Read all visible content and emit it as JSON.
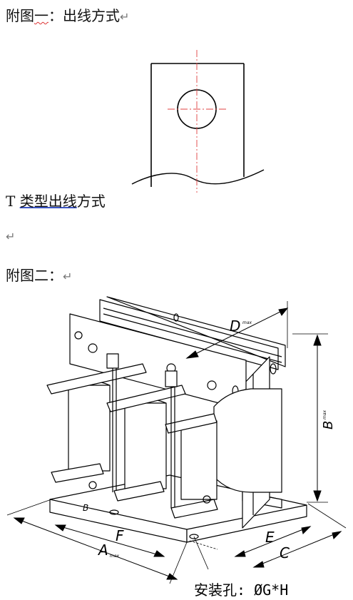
{
  "heading1": {
    "prefix": "附图",
    "underlined": "一",
    "suffix": "：出线方式",
    "mark": "↵"
  },
  "figure1_caption": {
    "letter": "T ",
    "underlined": "类型出线",
    "rest": "方式"
  },
  "empty_paragraph_mark": "↵",
  "heading2": {
    "text": "附图二：",
    "mark": "↵"
  },
  "figure2": {
    "dim_labels": {
      "D": "D",
      "D_sub": "max",
      "B": "B",
      "B_sub": "max",
      "A": "A",
      "A_sub": "max",
      "F": "F",
      "E": "E",
      "C": "C",
      "plate_mark": "B"
    },
    "mount_hole_label": "安装孔: ØG*H"
  }
}
